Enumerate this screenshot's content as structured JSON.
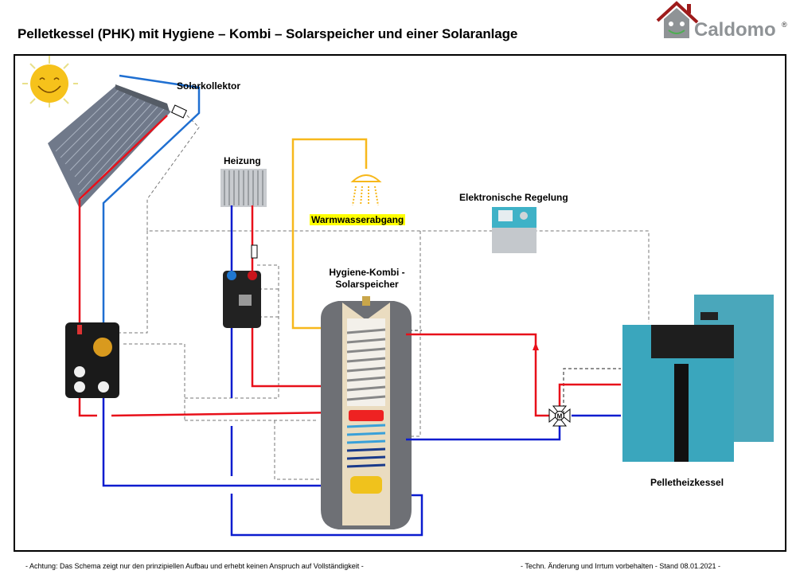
{
  "header": {
    "title": "Pelletkessel (PHK) mit Hygiene – Kombi – Solarspeicher und einer Solaranlage",
    "logo_text": "Caldomo",
    "logo_mark": "®"
  },
  "labels": {
    "solar_collector": "Solarkollektor",
    "heating": "Heizung",
    "hot_water_outlet": "Warmwasserabgang",
    "control": "Elektronische Regelung",
    "storage_line1": "Hygiene-Kombi -",
    "storage_line2": "Solarspeicher",
    "boiler": "Pelletheizkessel",
    "mixer_valve": "M"
  },
  "footer": {
    "disclaimer": "- Achtung: Das Schema zeigt nur den prinzipiellen Aufbau und erhebt keinen Anspruch auf Vollständigkeit -",
    "revision": "- Techn. Änderung und Irrtum vorbehalten - Stand 08.01.2021 -"
  },
  "colors": {
    "supply_pipe": "#e8101a",
    "return_pipe": "#0a1ccf",
    "collector_return": "#1f6fd1",
    "hot_water_pipe": "#f7b81c",
    "signal_line": "#666666",
    "boiler_body": "#3aa6bd",
    "logo_roof": "#9e1b1b"
  }
}
